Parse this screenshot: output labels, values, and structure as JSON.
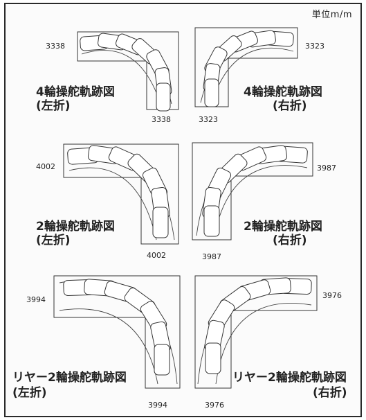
{
  "unit_label": "単位m/m",
  "panels": [
    {
      "title": "4輪操舵軌跡図",
      "direction": "(左折)",
      "side_dim": "3338",
      "bottom_dim": "3338"
    },
    {
      "title": "4輪操舵軌跡図",
      "direction": "(右折)",
      "side_dim": "3323",
      "bottom_dim": "3323"
    },
    {
      "title": "2輪操舵軌跡図",
      "direction": "(左折)",
      "side_dim": "4002",
      "bottom_dim": "4002"
    },
    {
      "title": "2輪操舵軌跡図",
      "direction": "(右折)",
      "side_dim": "3987",
      "bottom_dim": "3987"
    },
    {
      "title": "リヤー2輪操舵軌跡図",
      "direction": "(左折)",
      "side_dim": "3994",
      "bottom_dim": "3994"
    },
    {
      "title": "リヤー2輪操舵軌跡図",
      "direction": "(右折)",
      "side_dim": "3976",
      "bottom_dim": "3976"
    }
  ]
}
